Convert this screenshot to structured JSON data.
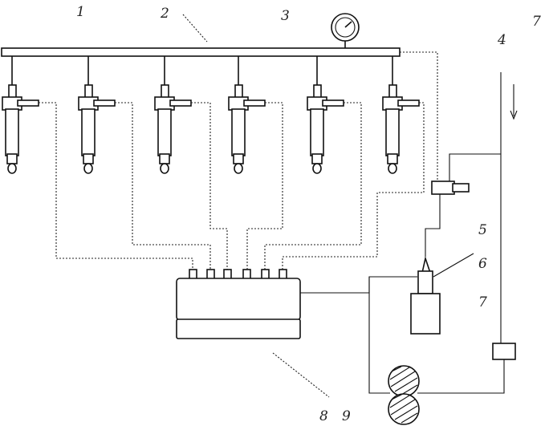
{
  "labels": {
    "l1": "1",
    "l2": "2",
    "l3": "3",
    "l4": "4",
    "l5": "5",
    "l6": "6",
    "l7": "7",
    "l8": "8",
    "l9": "9",
    "l10": "7"
  }
}
